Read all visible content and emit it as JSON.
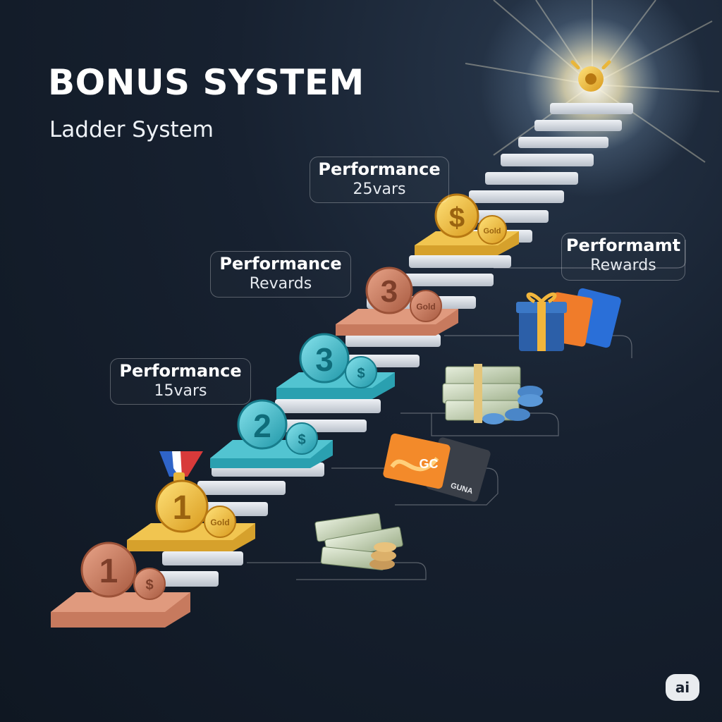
{
  "header": {
    "title": "BONUS SYSTEM",
    "subtitle": "Ladder System"
  },
  "callouts": [
    {
      "id": "callout-25vars",
      "heading": "Performance",
      "subtext": "25vars"
    },
    {
      "id": "callout-performamt",
      "heading": "Performamt",
      "subtext": "Rewards"
    },
    {
      "id": "callout-revards",
      "heading": "Performance",
      "subtext": "Revards"
    },
    {
      "id": "callout-15vars",
      "heading": "Performance",
      "subtext": "15vars"
    }
  ],
  "tiers": [
    {
      "number": "1",
      "coin_label": "$"
    },
    {
      "number": "1",
      "coin_label": "Gold"
    },
    {
      "number": "2",
      "coin_label": "$"
    },
    {
      "number": "3",
      "coin_label": "$"
    },
    {
      "number": "3",
      "coin_label": "Gold"
    },
    {
      "number": "$",
      "coin_label": "Gold"
    }
  ],
  "rewards": {
    "gift_card_label": "GC",
    "gift_card_back_label": "GUNA"
  },
  "badge": {
    "label": "ai"
  },
  "colors": {
    "bronze": "#c77a5e",
    "gold": "#e9b63a",
    "teal": "#3fb4c2",
    "step": "#d6dbe2",
    "accent_glow": "#fff3c4"
  }
}
